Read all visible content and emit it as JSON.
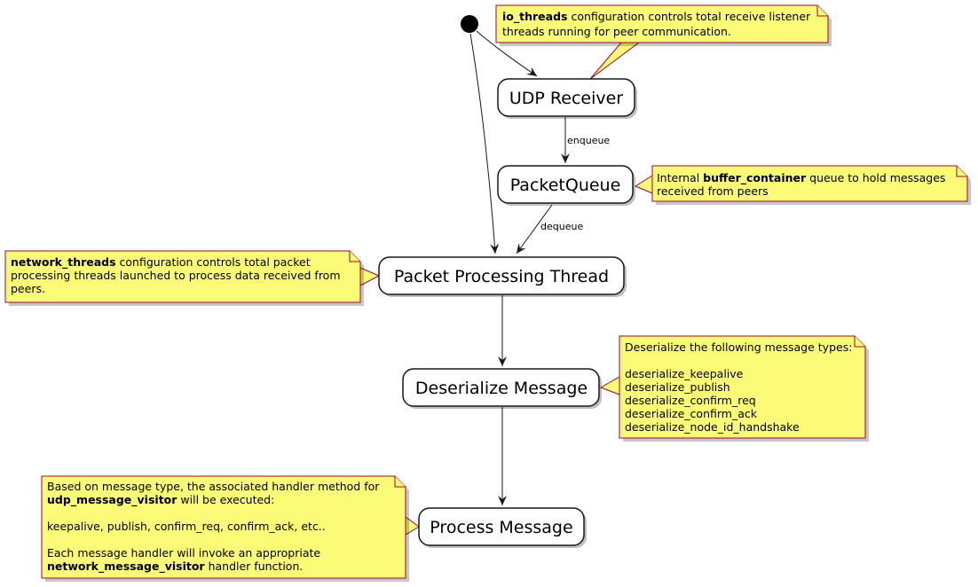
{
  "states": {
    "udp_receiver": "UDP Receiver",
    "packet_queue": "PacketQueue",
    "packet_processing_thread": "Packet Processing Thread",
    "deserialize_message": "Deserialize Message",
    "process_message": "Process Message"
  },
  "edges": {
    "enqueue": "enqueue",
    "dequeue": "dequeue"
  },
  "notes": {
    "io_threads": {
      "bold": "io_threads",
      "line1_rest": " configuration controls total receive listener",
      "line2": "threads running for peer communication."
    },
    "buffer_container": {
      "line1_pre": "Internal ",
      "bold": "buffer_container",
      "line1_rest": " queue to hold messages",
      "line2": "received from peers"
    },
    "network_threads": {
      "bold": "network_threads",
      "line1_rest": " configuration controls total packet",
      "line2": "processing threads launched to process data received from",
      "line3": "peers."
    },
    "deserialize": {
      "line1": "Deserialize the following message types:",
      "types": [
        "deserialize_keepalive",
        "deserialize_publish",
        "deserialize_confirm_req",
        "deserialize_confirm_ack",
        "deserialize_node_id_handshake"
      ]
    },
    "process": {
      "line1": "Based on message type, the associated handler method for",
      "bold1": "udp_message_visitor",
      "line2_rest": " will be executed:",
      "line3": "keepalive, publish, confirm_req, confirm_ack, etc..",
      "line4": "Each message handler will invoke an appropriate",
      "bold2": "network_message_visitor",
      "line5_rest": " handler function."
    }
  }
}
